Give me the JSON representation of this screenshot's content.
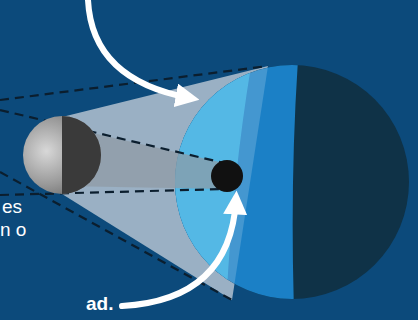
{
  "diagram": {
    "labels": [
      "es",
      "n o",
      "ad."
    ]
  }
}
